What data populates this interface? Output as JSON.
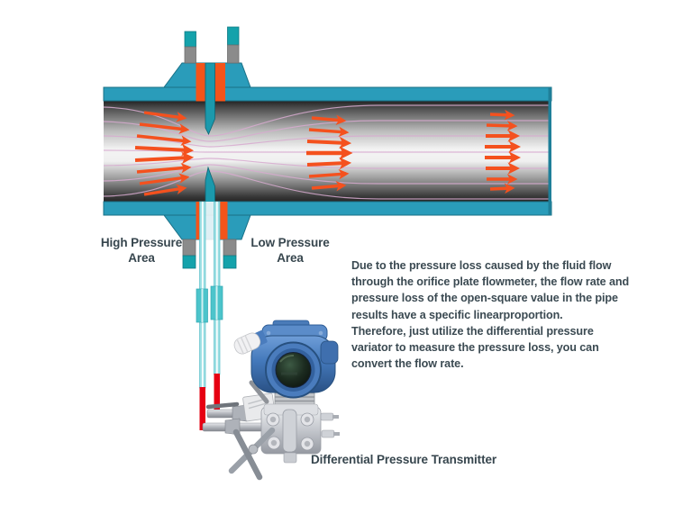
{
  "labels": {
    "high_pressure_area": "High Pressure Area",
    "low_pressure_area": "Low Pressure Area",
    "transmitter_caption": "Differential Pressure Transmitter"
  },
  "description": {
    "lines": [
      "Due to the pressure loss caused by the fluid flow",
      "through the orifice plate flowmeter, the flow rate and",
      "pressure loss of the open-square value in the pipe",
      "results have a specific linearproportion.",
      "Therefore, just utilize the differential pressure",
      "variator to measure the pressure loss, you can",
      "convert the flow rate."
    ]
  },
  "colors": {
    "pipe_teal": "#2a9cba",
    "tap_teal": "#14a2ab",
    "accent_orange": "#f4541a",
    "streamline_pink": "#d9aed3",
    "impulse_line_teal": "#9adfe3",
    "impulse_red": "#e60012",
    "transmitter_blue": "#4a7cbd",
    "steel_gray": "#c6c9ce",
    "text_dark": "#37464e"
  }
}
